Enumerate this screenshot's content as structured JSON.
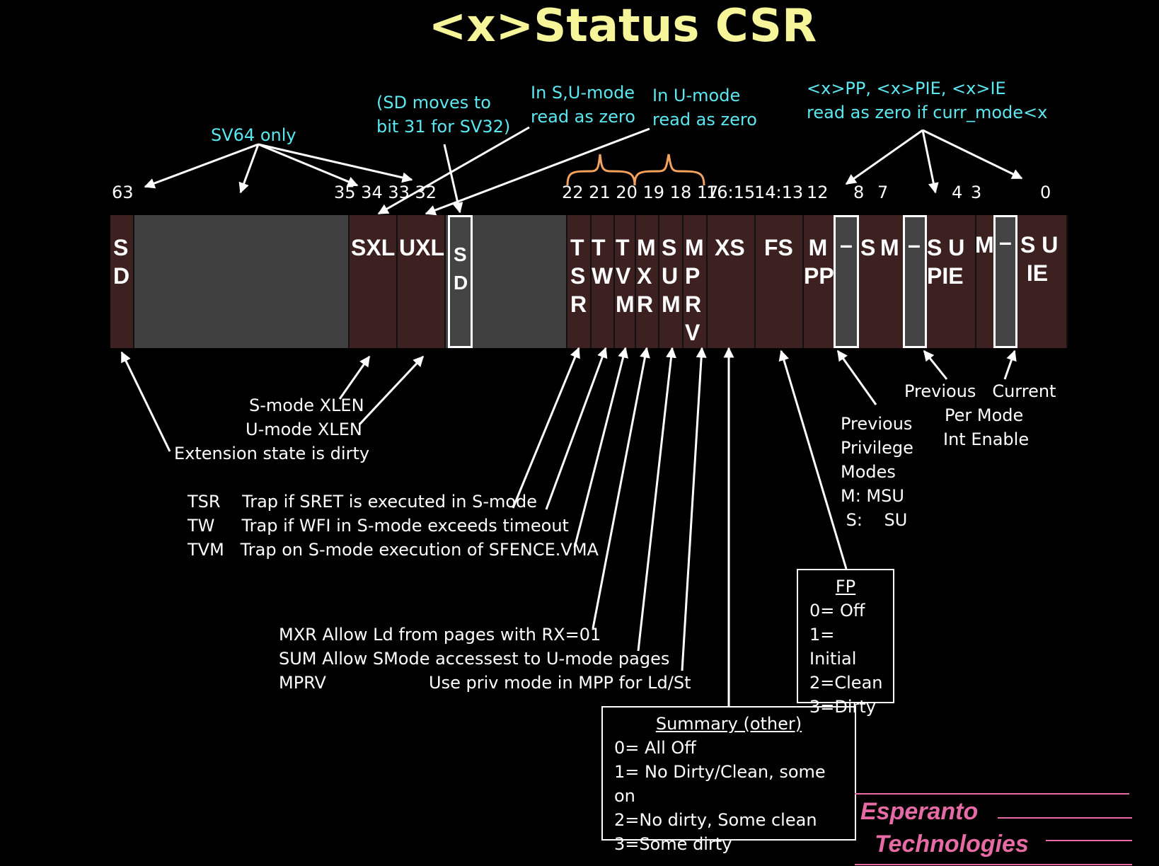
{
  "title": "<x>Status CSR",
  "top_notes": {
    "sv64": "SV64 only",
    "sd_moves_1": "(SD moves to",
    "sd_moves_2": " bit 31 for SV32)",
    "su_1": "In S,U-mode",
    "su_2": "read as zero",
    "u_1": "In U-mode",
    "u_2": "read as zero",
    "pp_1": "<x>PP, <x>PIE, <x>IE",
    "pp_2": "read as zero if curr_mode<x"
  },
  "bit_numbers": {
    "b63": "63",
    "b35_32": "35 34 33 32",
    "b22_17": "22 21 20 19 18 17",
    "b16_15": "16:15",
    "b14_13": "14:13",
    "b12": "12",
    "b8": "8",
    "b7": "7",
    "b4": "4",
    "b3": "3",
    "b0": "0"
  },
  "fields": {
    "sd_top": "S\nD",
    "sxl": "SXL",
    "uxl": "UXL",
    "sd_mid": "S\nD",
    "tsr": "T\nS\nR",
    "tw": "T\nW",
    "tvm": "T\nV\nM",
    "mxr": "M\nX\nR",
    "sum": "S\nU\nM",
    "mprv": "M\nP\nR\nV",
    "xs": "XS",
    "fs": "FS",
    "mpp": "M\nPP",
    "dash": "–",
    "spp": "S",
    "mpie": "M",
    "su_pie": "S U\nPIE",
    "mie": "M",
    "su_ie": "S U\n IE"
  },
  "bottom_notes": {
    "smode_xlen": "S-mode XLEN",
    "umode_xlen": "U-mode XLEN",
    "ext_dirty": "Extension state is dirty",
    "tsr": "TSR    Trap if SRET is executed in S-mode",
    "tw": "TW     Trap if WFI in S-mode exceeds timeout",
    "tvm": "TVM   Trap on S-mode execution of SFENCE.VMA",
    "mxr": "MXR Allow Ld from pages with RX=01",
    "sum": "SUM Allow SMode accessest to U-mode pages",
    "mprv_a": "MPRV",
    "mprv_b": "Use priv mode in MPP for Ld/St",
    "prev": "Previous",
    "priv": "Privilege",
    "modes": "Modes",
    "m_msu": "M: MSU",
    "s_su": " S:    SU",
    "previous_current": "Previous   Current",
    "per_mode": "Per Mode",
    "int_enable": "Int Enable"
  },
  "fp_box": {
    "title": "FP",
    "lines": [
      "0= Off",
      "1= Initial",
      "2=Clean",
      "3=Dirty"
    ]
  },
  "xs_box": {
    "title": "Summary (other)",
    "lines": [
      "0= All Off",
      "1= No Dirty/Clean, some on",
      "2=No dirty, Some clean",
      "3=Some dirty"
    ]
  },
  "brand": {
    "line1": "Esperanto",
    "line2": "Technologies"
  },
  "colors": {
    "title": "#f7f59a",
    "note": "#5ce8f0",
    "field_bg": "#3d2020",
    "reserved_bg": "#404040",
    "brace": "#f5a25e",
    "brand": "#e66aa4"
  }
}
